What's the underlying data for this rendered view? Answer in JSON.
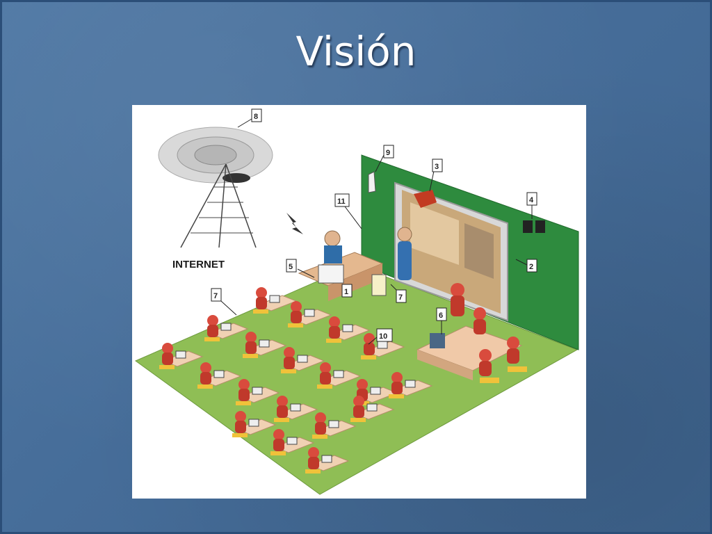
{
  "slide": {
    "title": "Visión"
  },
  "figure": {
    "internet_label": "INTERNET",
    "callouts": [
      "8",
      "9",
      "3",
      "4",
      "11",
      "5",
      "1",
      "7",
      "2",
      "7",
      "6",
      "10"
    ],
    "colors": {
      "floor": "#8fbe55",
      "wall": "#2e8b3e",
      "person": "#c0392b",
      "chair": "#f0c23a",
      "desk": "#e9c7a6"
    }
  }
}
